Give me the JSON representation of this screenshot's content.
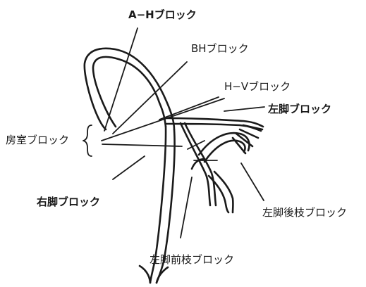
{
  "labels": {
    "ah_block": "A−Hブロック",
    "bh_block": "BHブロック",
    "hv_block": "H−Vブロック",
    "left_bundle_block": "左脚ブロック",
    "av_block": "房室ブロック",
    "right_bundle_block": "右脚ブロック",
    "left_posterior_fascicle_block": "左脚後枝ブロック",
    "left_anterior_fascicle_block": "左脚前枝ブロック"
  },
  "colors": {
    "line": "#1a1a1a",
    "background": "#ffffff"
  }
}
